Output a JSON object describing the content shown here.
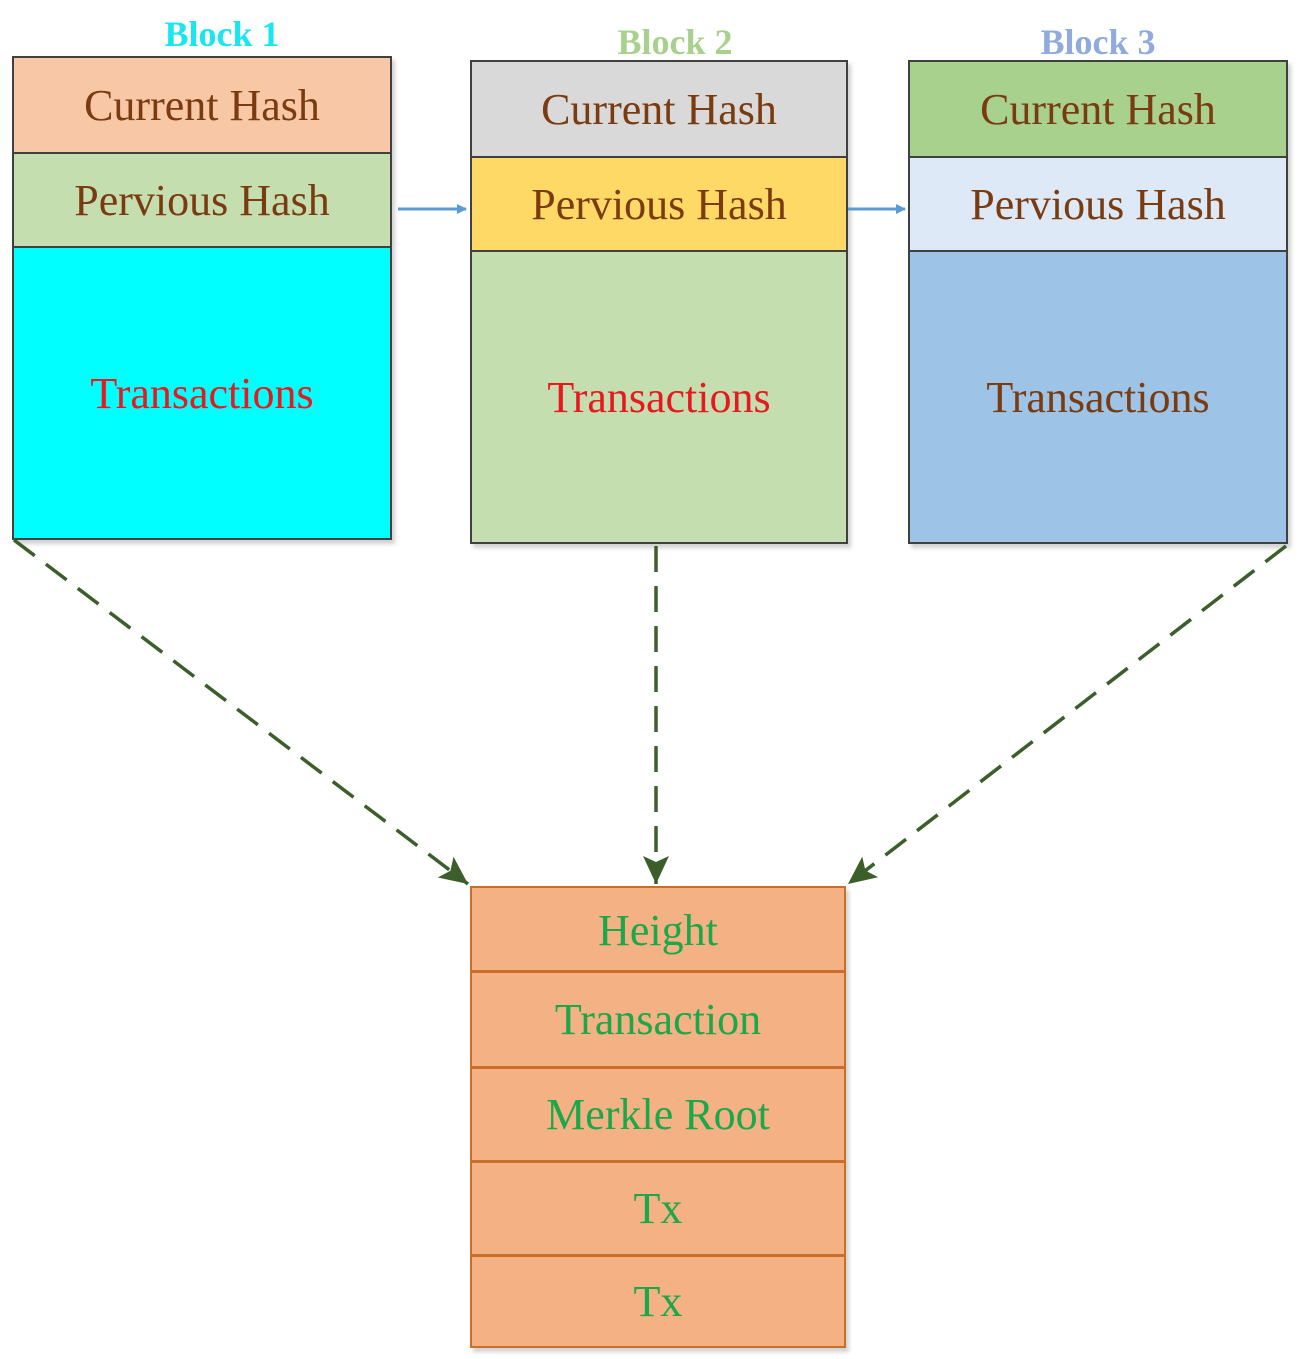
{
  "blocks": [
    {
      "title": "Block 1",
      "current_hash": "Current Hash",
      "previous_hash": "Pervious Hash",
      "transactions": "Transactions",
      "colors": {
        "title": "#19e6f0",
        "current": "#f7c7a6",
        "previous": "#c5deb0",
        "transactions": "#00ffff",
        "transactions_text": "#e8191e"
      }
    },
    {
      "title": "Block 2",
      "current_hash": "Current Hash",
      "previous_hash": "Pervious Hash",
      "transactions": "Transactions",
      "colors": {
        "title": "#a9d18e",
        "current": "#d9d9d9",
        "previous": "#ffd966",
        "transactions": "#c5deb0",
        "transactions_text": "#e8191e"
      }
    },
    {
      "title": "Block 3",
      "current_hash": "Current Hash",
      "previous_hash": "Pervious Hash",
      "transactions": "Transactions",
      "colors": {
        "title": "#8faadc",
        "current": "#a9d18e",
        "previous": "#dde9f6",
        "transactions": "#9dc3e6",
        "transactions_text": "#7a3b10"
      }
    }
  ],
  "record": {
    "fields": [
      "Height",
      "Transaction",
      "Merkle Root",
      "Tx",
      "Tx"
    ],
    "colors": {
      "fill": "#f4b183",
      "border": "#c8702a",
      "text": "#1aa84a"
    }
  },
  "arrows": {
    "chain_color": "#5b9bd5",
    "dashed_color": "#3b5e2b"
  }
}
